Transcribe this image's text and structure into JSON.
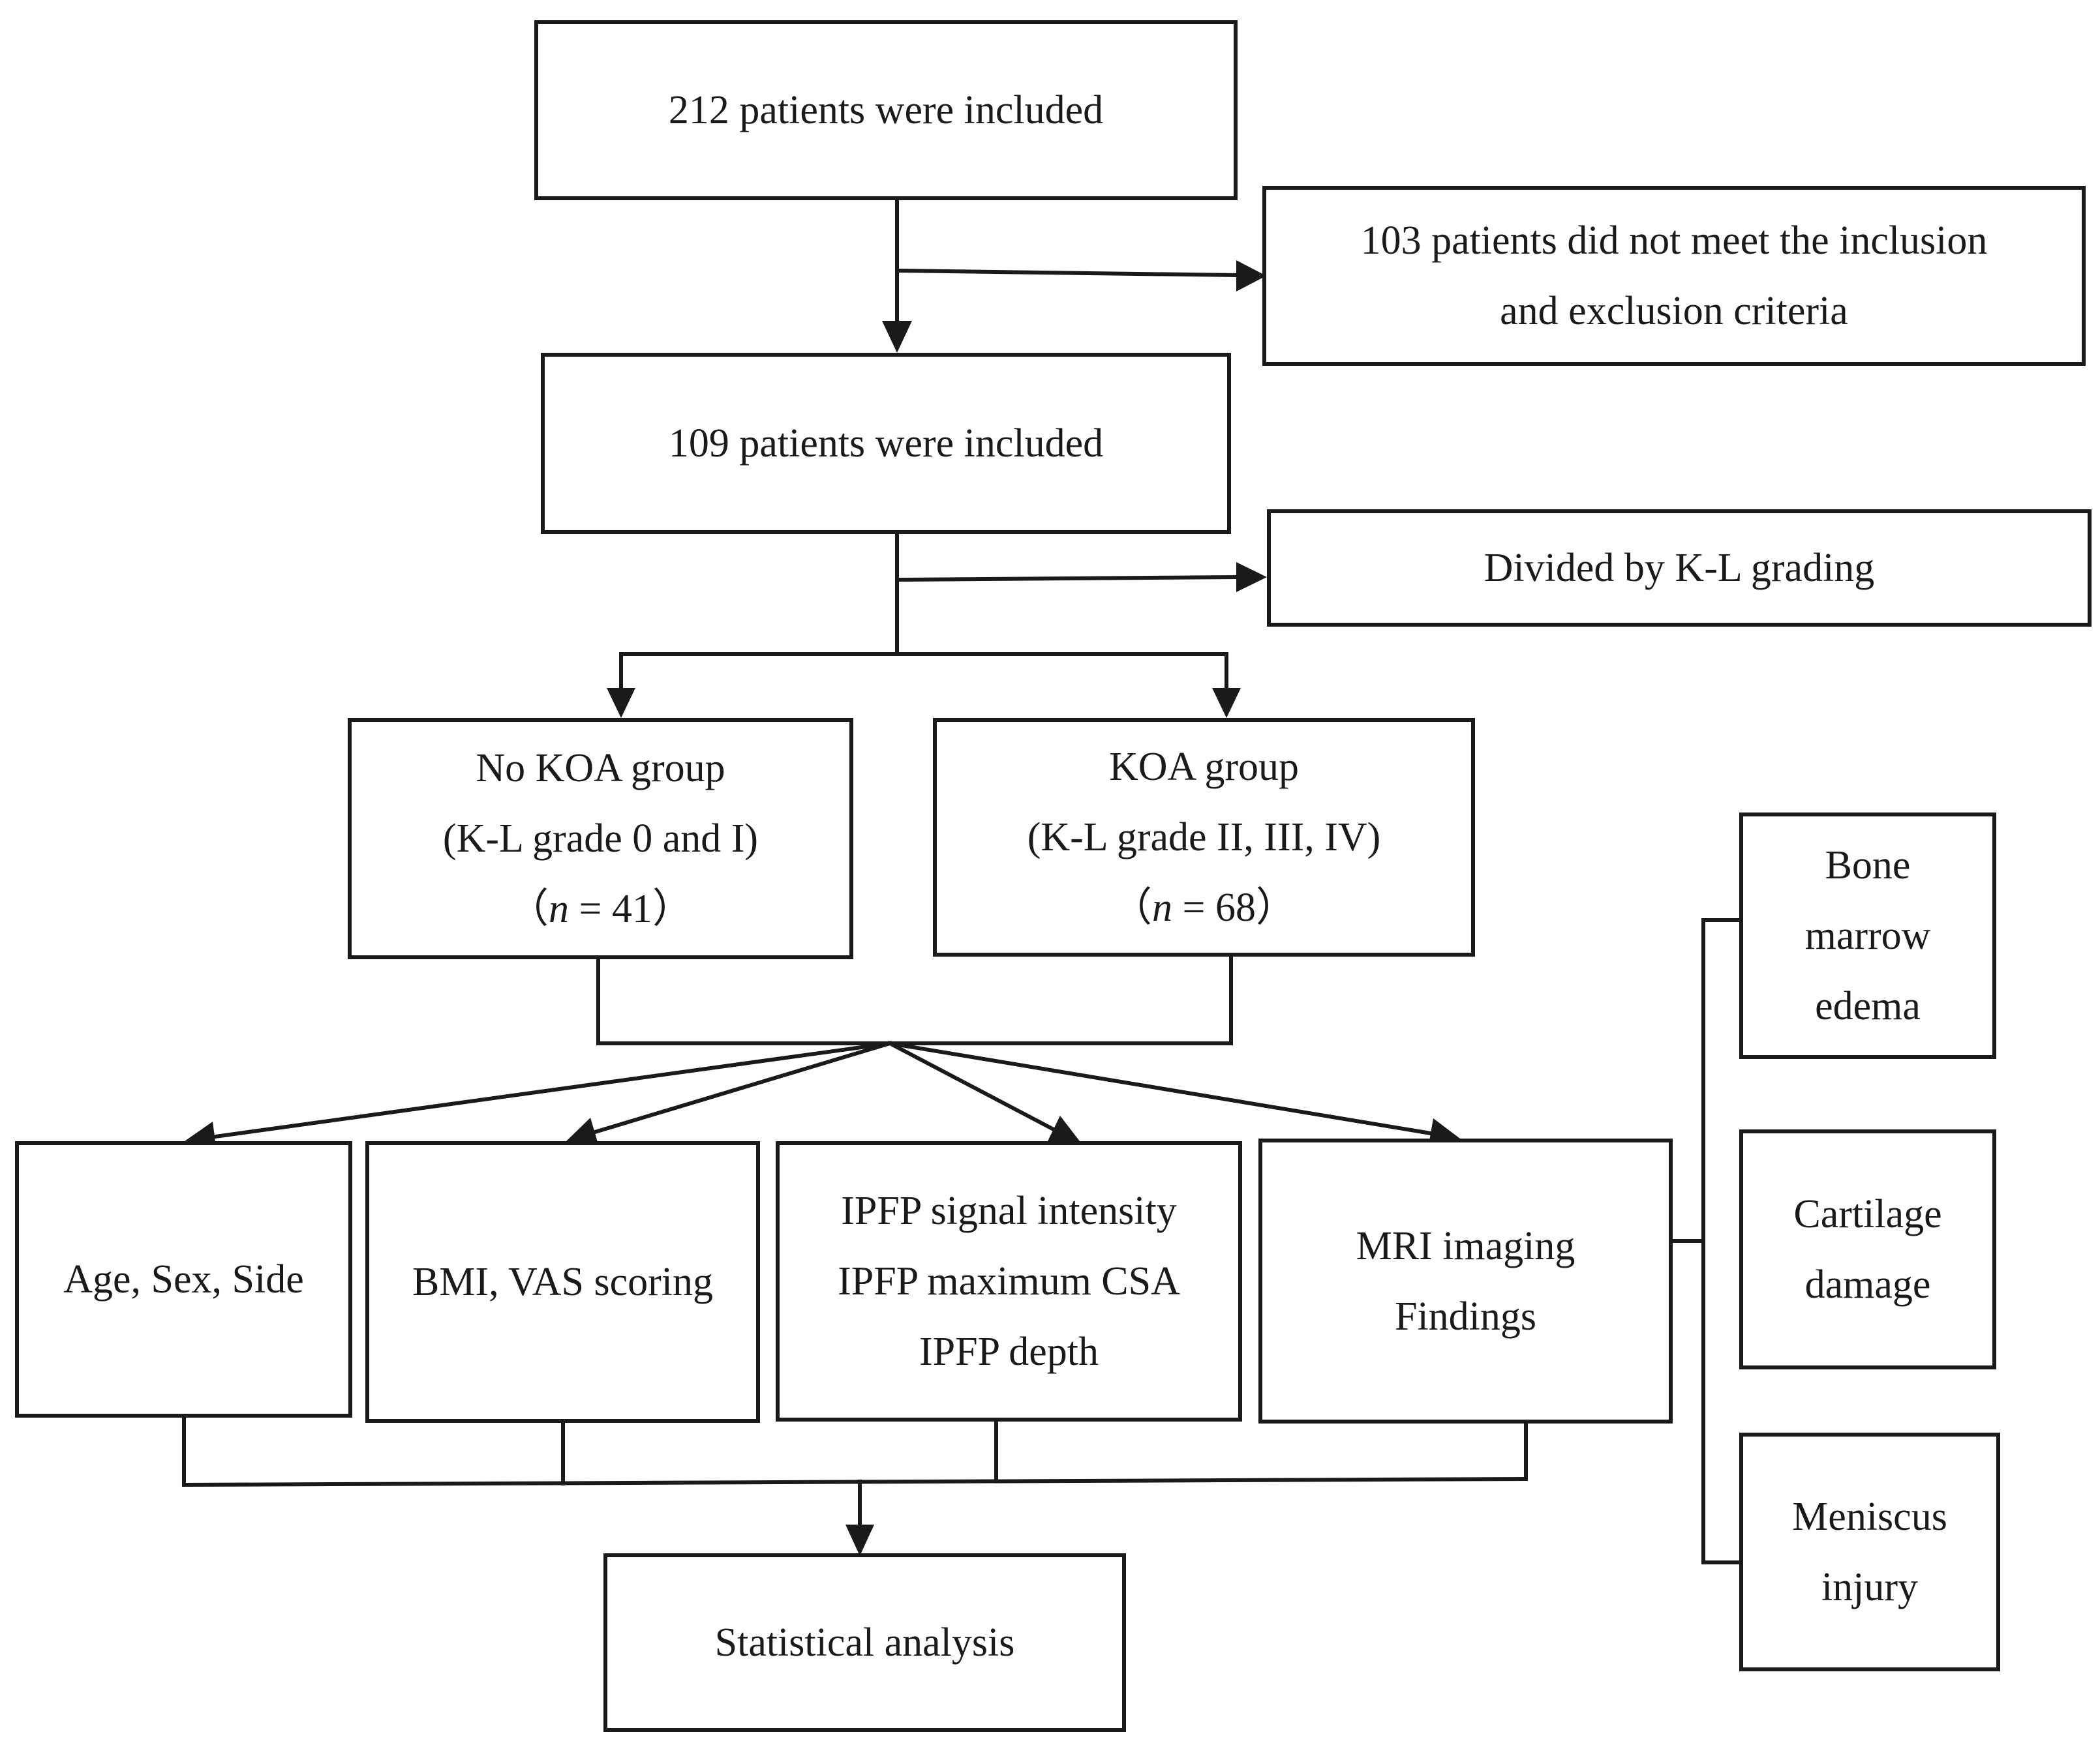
{
  "boxes": {
    "screened": {
      "lines": [
        "212 patients were included"
      ]
    },
    "excluded": {
      "lines": [
        "103 patients did not meet the inclusion",
        "and exclusion criteria"
      ]
    },
    "included": {
      "lines": [
        "109 patients were included"
      ]
    },
    "division": {
      "lines": [
        "Divided by K-L grading"
      ]
    },
    "no_koa": {
      "lines": [
        "No KOA group",
        "(K-L grade 0 and I)"
      ],
      "n_open": "（",
      "n_symbol": "n",
      "n_eq": " = ",
      "n_value": "41",
      "n_close": "）"
    },
    "koa": {
      "lines": [
        "KOA group",
        "(K-L grade II, III, IV)"
      ],
      "n_open": "（",
      "n_symbol": "n",
      "n_eq": " = ",
      "n_value": "68",
      "n_close": "）"
    },
    "demographics": {
      "lines": [
        "Age, Sex, Side"
      ]
    },
    "clinical": {
      "lines": [
        "BMI, VAS scoring"
      ]
    },
    "ipfp": {
      "lines": [
        "IPFP signal intensity",
        "IPFP maximum CSA",
        "IPFP depth"
      ]
    },
    "mri": {
      "lines": [
        "MRI imaging",
        "Findings"
      ]
    },
    "bone_marrow": {
      "lines": [
        "Bone",
        "marrow",
        "edema"
      ]
    },
    "cartilage": {
      "lines": [
        "Cartilage",
        "damage"
      ]
    },
    "meniscus": {
      "lines": [
        "Meniscus",
        "injury"
      ]
    },
    "statistics": {
      "lines": [
        "Statistical analysis"
      ]
    }
  },
  "colors": {
    "stroke": "#1a1a1a",
    "background": "#ffffff"
  }
}
